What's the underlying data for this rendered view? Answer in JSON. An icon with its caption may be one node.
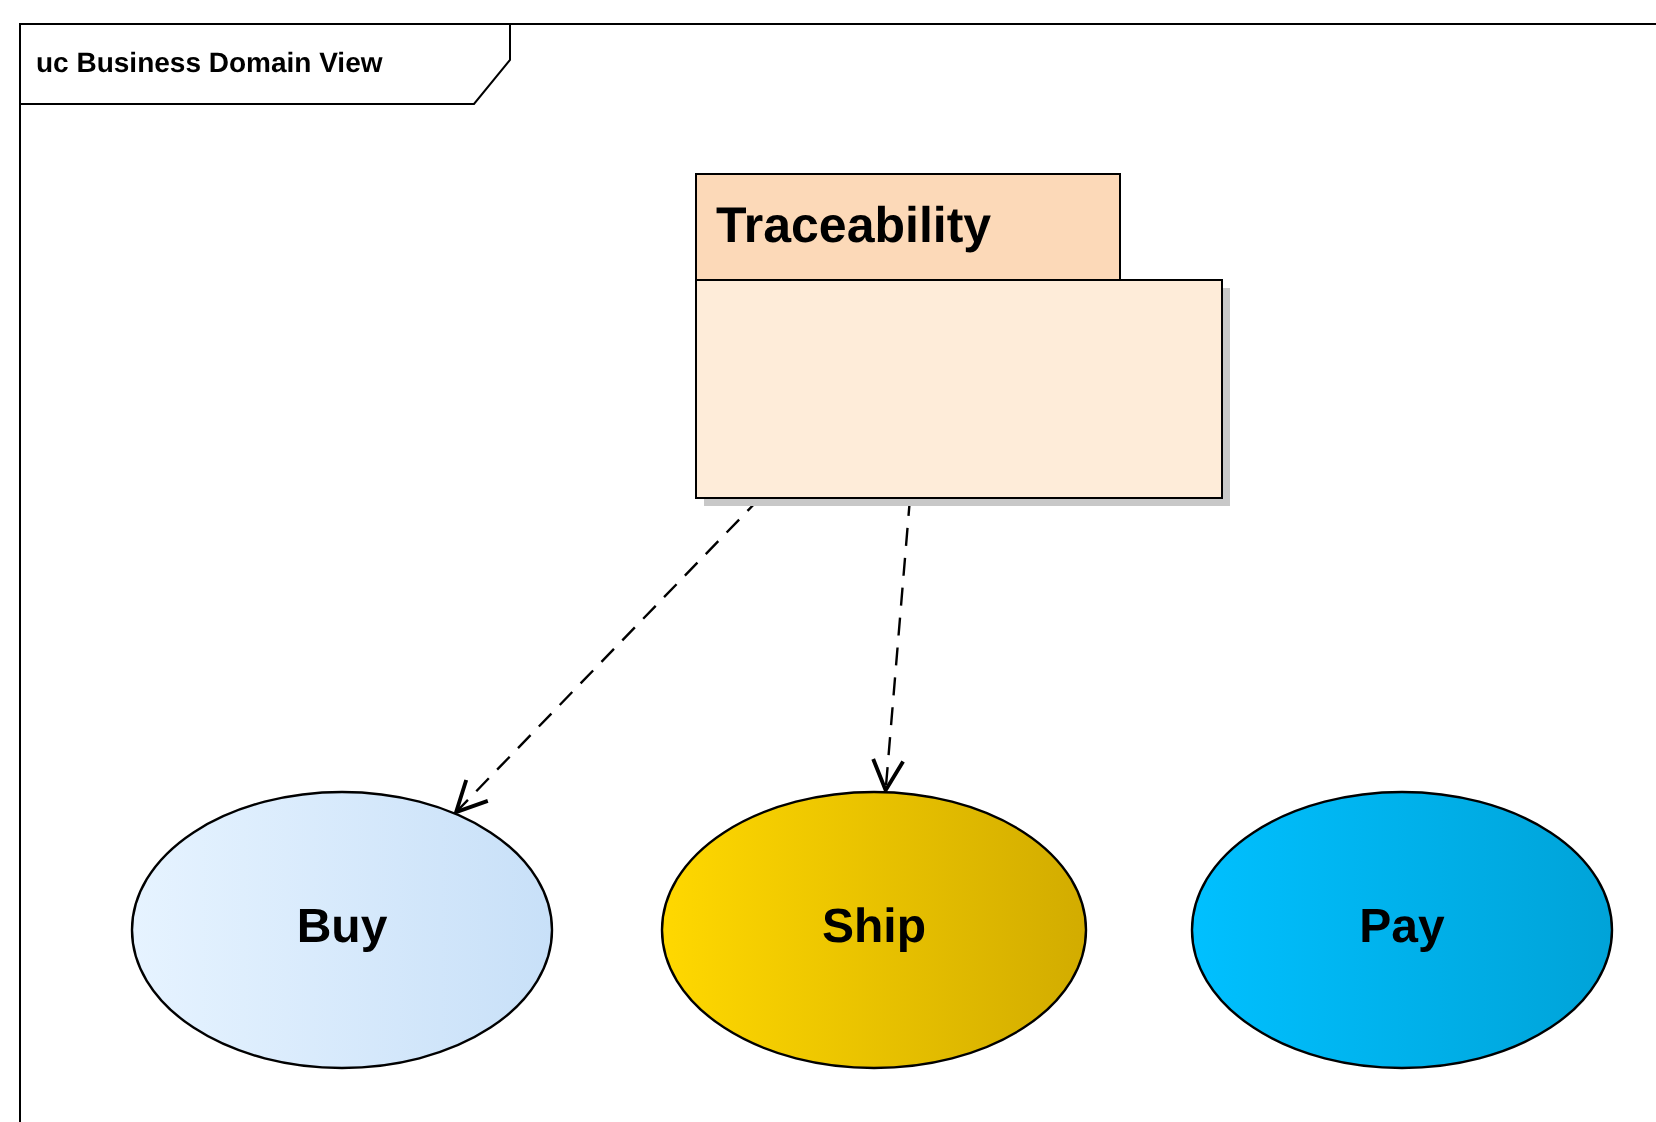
{
  "diagram": {
    "nodes": [
      {
        "text": [
          "uc Business Domain View"
        ]
      },
      {
        "text": [
          "Traceability"
        ],
        "in": 0
      },
      {
        "text": [
          "Buy"
        ],
        "in": 0
      },
      {
        "text": [
          "Ship"
        ],
        "in": 0
      },
      {
        "text": [
          "Pay"
        ],
        "in": 0
      }
    ],
    "edges": [
      {
        "from": 1,
        "to": 2,
        "arrow": "to",
        "style": "dashed"
      },
      {
        "from": 1,
        "to": 3,
        "arrow": "to",
        "style": "dashed"
      }
    ]
  }
}
